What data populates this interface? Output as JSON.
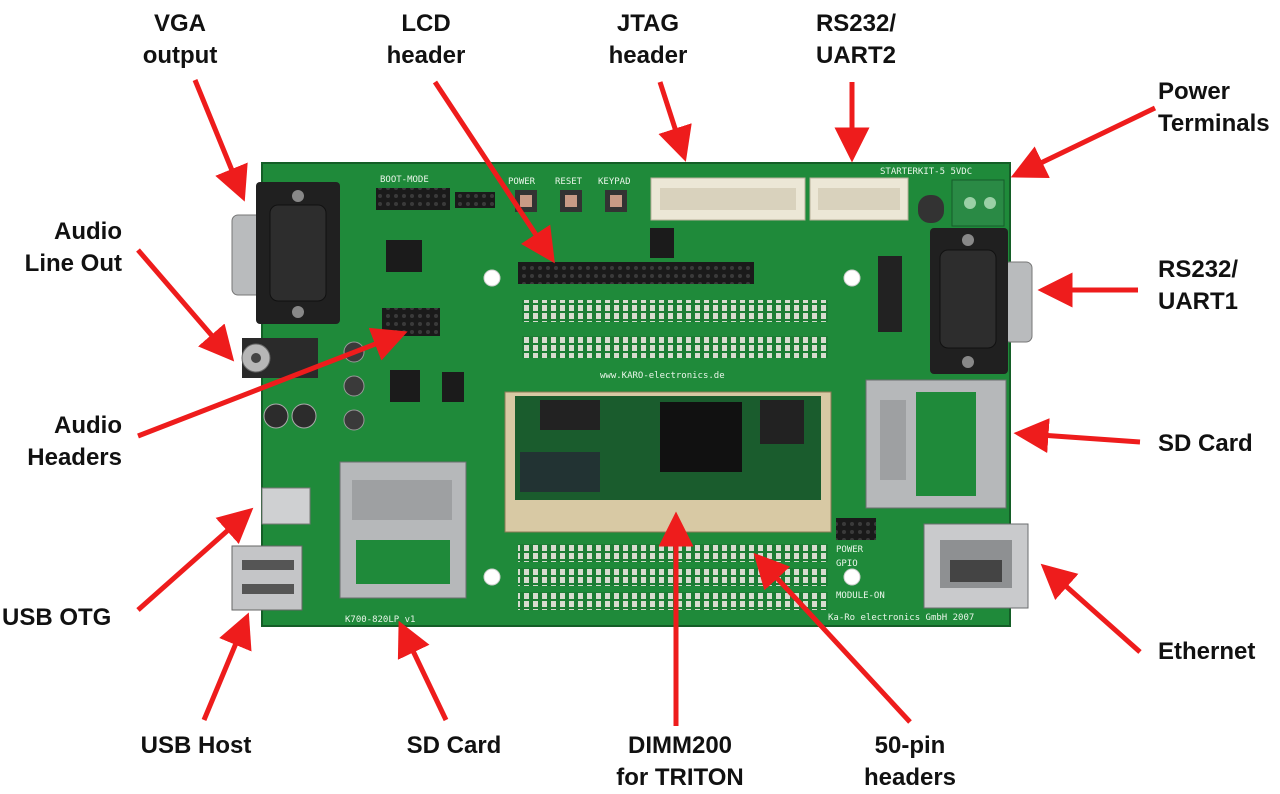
{
  "colors": {
    "pcb": "#1f8a3a",
    "pcb_dark": "#176d2d",
    "arrow": "#ee1c1c",
    "label_text": "#111111"
  },
  "callouts": {
    "vga": [
      "VGA",
      "output"
    ],
    "lcd": [
      "LCD",
      "header"
    ],
    "jtag": [
      "JTAG",
      "header"
    ],
    "rs232_uart2": [
      "RS232/",
      "UART2"
    ],
    "power": [
      "Power",
      "Terminals"
    ],
    "audio_line_out": [
      "Audio",
      "Line Out"
    ],
    "rs232_uart1": [
      "RS232/",
      "UART1"
    ],
    "audio_headers": [
      "Audio",
      "Headers"
    ],
    "sd_card_right": [
      "SD Card"
    ],
    "usb_otg": [
      "USB OTG"
    ],
    "ethernet": [
      "Ethernet"
    ],
    "usb_host": [
      "USB Host"
    ],
    "sd_card_bottom": [
      "SD Card"
    ],
    "dimm200": [
      "DIMM200",
      "for TRITON"
    ],
    "pin50": [
      "50-pin",
      "headers"
    ]
  },
  "board_silkscreen": {
    "url": "www.KARO-electronics.de",
    "name": "STARTERKIT-5 5VDC",
    "boot_mode": "BOOT-MODE",
    "power": "POWER",
    "reset": "RESET",
    "keypad": "KEYPAD",
    "model": "K700-820LP v1",
    "vendor": "Ka-Ro electronics GmbH 2007",
    "led_power": "POWER",
    "led_gpio": "GPIO",
    "led_module": "MODULE-ON"
  }
}
